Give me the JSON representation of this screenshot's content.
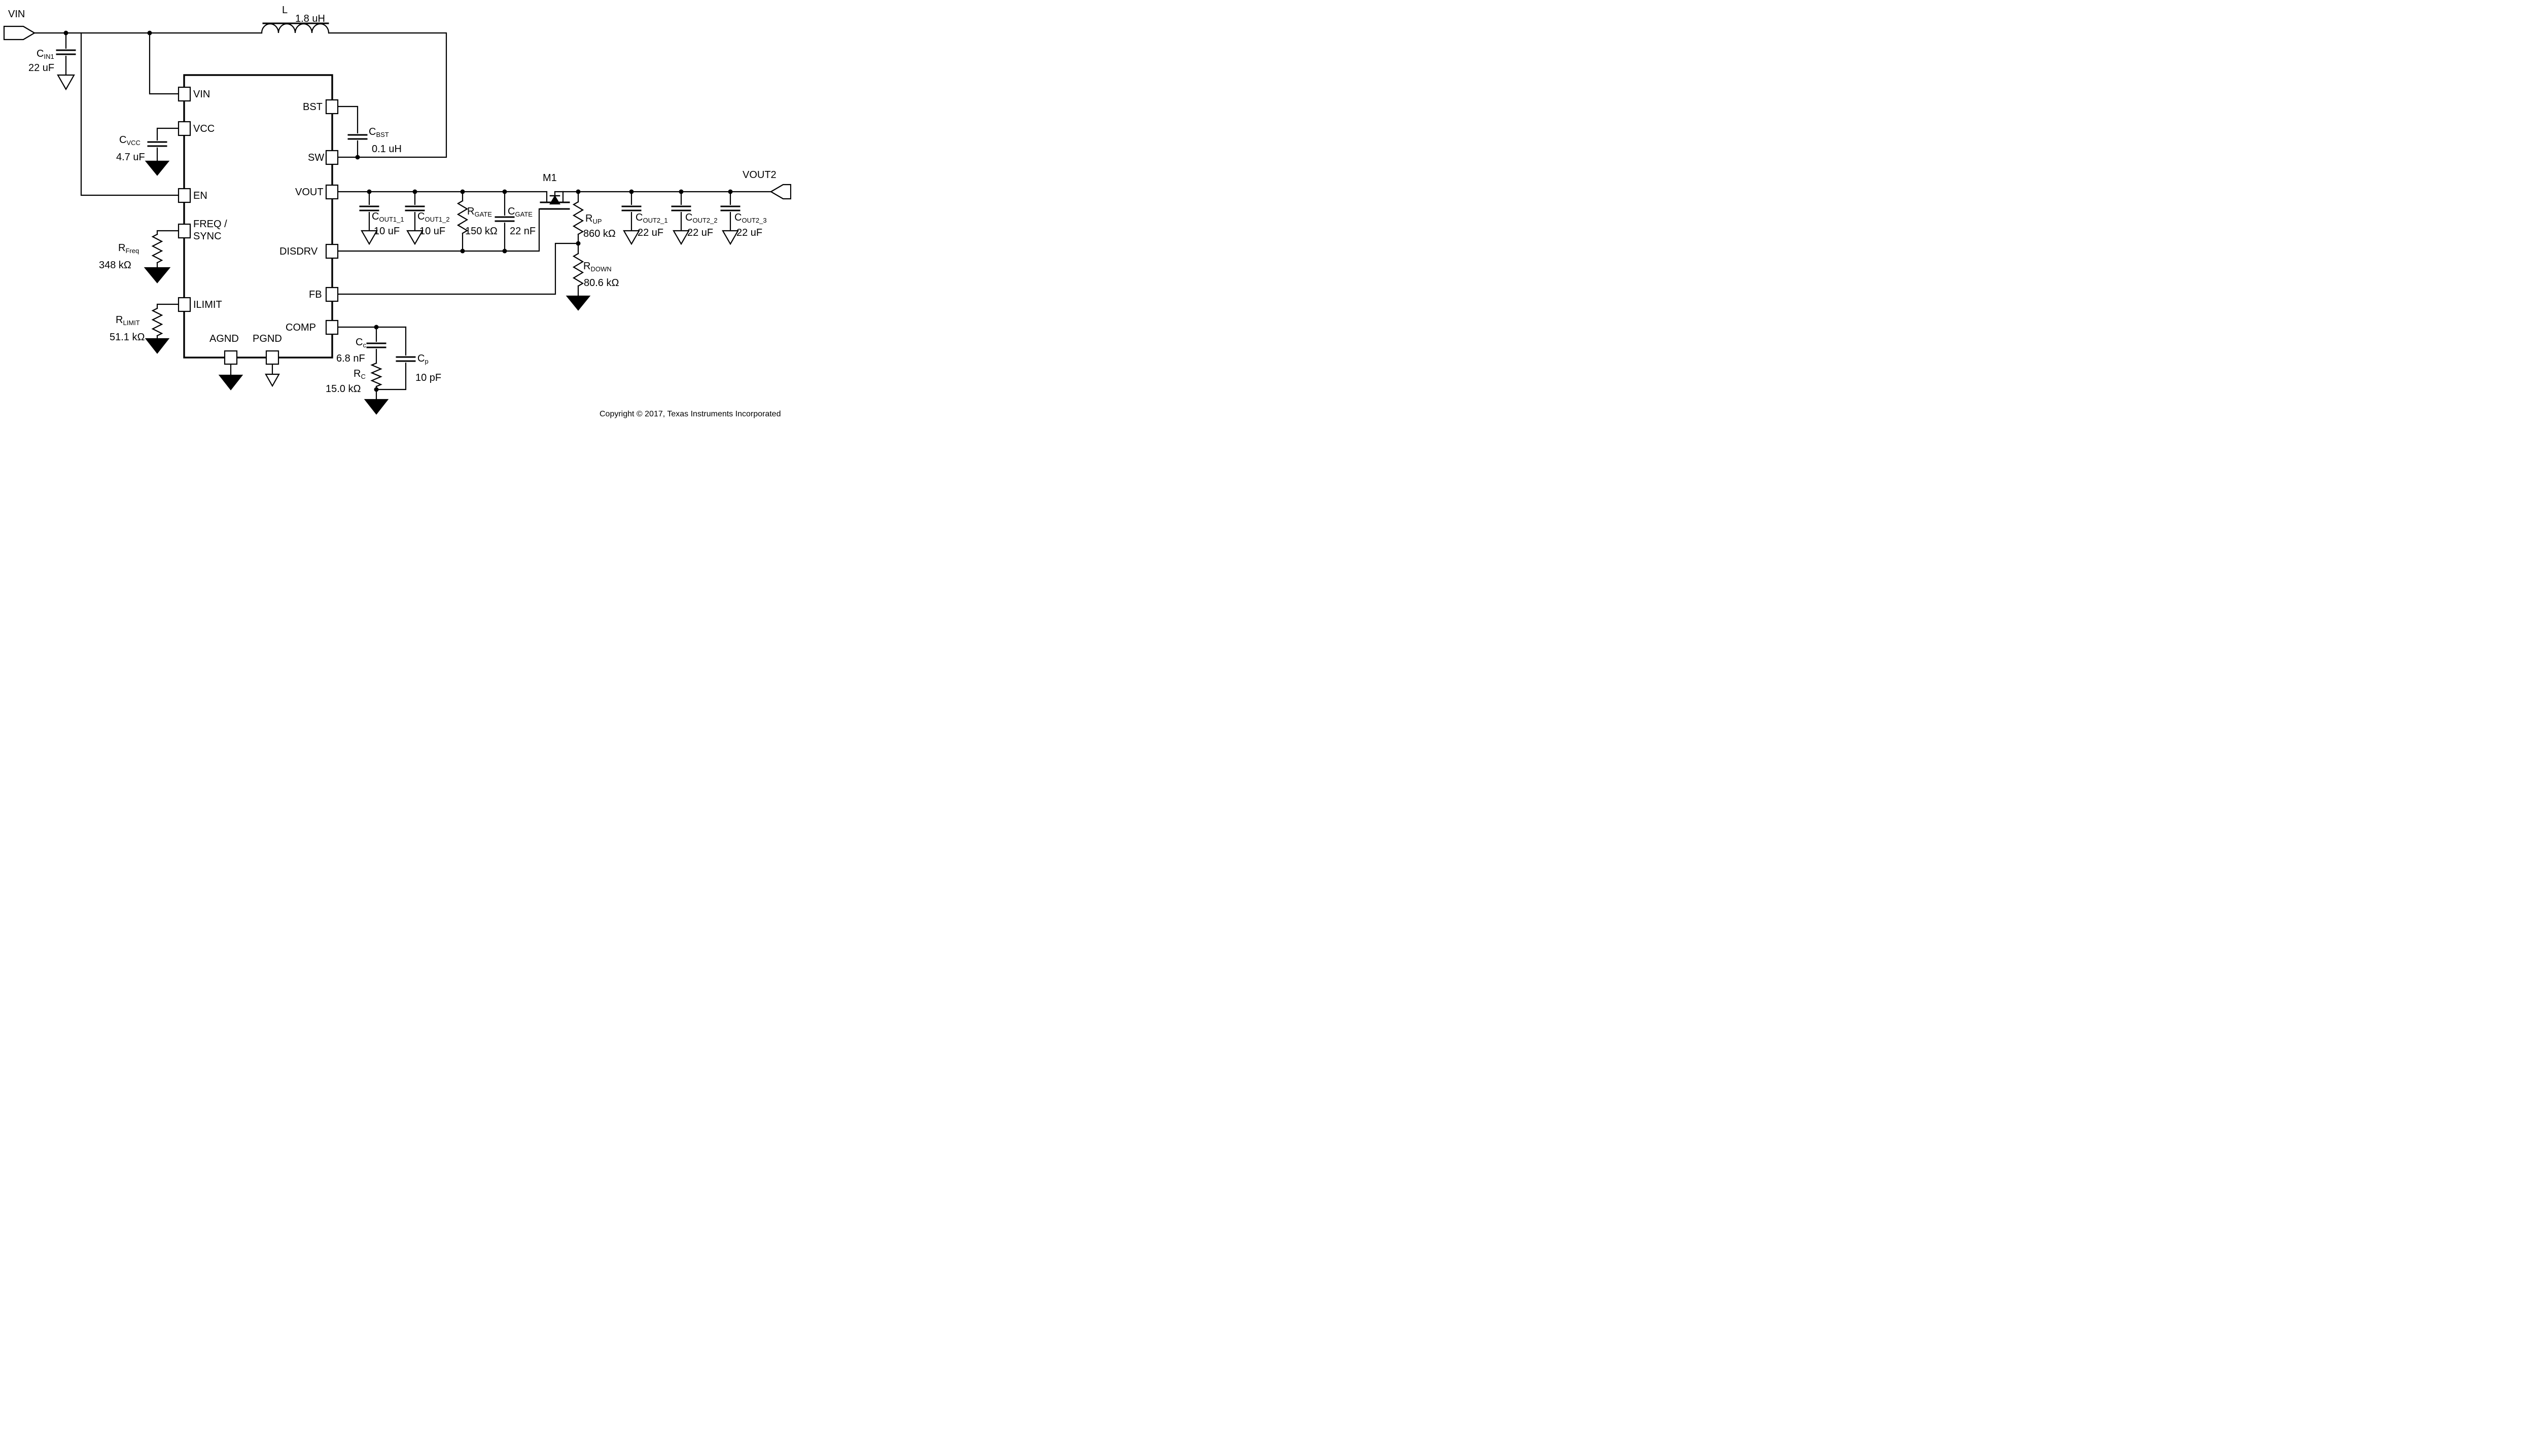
{
  "colors": {
    "wire": "#000000",
    "background": "#ffffff"
  },
  "terminals": {
    "input": {
      "label": "VIN"
    },
    "output": {
      "label": "VOUT2"
    }
  },
  "ic": {
    "left_pins": [
      {
        "label": "VIN"
      },
      {
        "label": "VCC"
      },
      {
        "label": "EN"
      },
      {
        "label": "FREQ /",
        "label2": "SYNC"
      },
      {
        "label": "ILIMIT"
      }
    ],
    "right_pins": [
      {
        "label": "BST"
      },
      {
        "label": "SW"
      },
      {
        "label": "VOUT"
      },
      {
        "label": "DISDRV"
      },
      {
        "label": "FB"
      },
      {
        "label": "COMP"
      }
    ],
    "bottom_pins": [
      {
        "label": "AGND"
      },
      {
        "label": "PGND"
      }
    ]
  },
  "components": {
    "cin1": {
      "name": "C",
      "sub": "IN1",
      "value": "22 uF"
    },
    "l": {
      "name": "L",
      "value": "1.8 uH"
    },
    "cvcc": {
      "name": "C",
      "sub": "VCC",
      "value": "4.7 uF"
    },
    "rfreq": {
      "name": "R",
      "sub": "Freq",
      "value": "348 kΩ"
    },
    "rlimit": {
      "name": "R",
      "sub": "LIMIT",
      "value": "51.1 kΩ"
    },
    "cbst": {
      "name": "C",
      "sub": "BST",
      "value": "0.1 uH"
    },
    "cout1_1": {
      "name": "C",
      "sub": "OUT1_1",
      "value": "10 uF"
    },
    "cout1_2": {
      "name": "C",
      "sub": "OUT1_2",
      "value": "10 uF"
    },
    "rgate": {
      "name": "R",
      "sub": "GATE",
      "value": "150 kΩ"
    },
    "cgate": {
      "name": "C",
      "sub": "GATE",
      "value": "22 nF"
    },
    "m1": {
      "name": "M1"
    },
    "rup": {
      "name": "R",
      "sub": "UP",
      "value": "860 kΩ"
    },
    "rdown": {
      "name": "R",
      "sub": "DOWN",
      "value": "80.6 kΩ"
    },
    "cout2_1": {
      "name": "C",
      "sub": "OUT2_1",
      "value": "22 uF"
    },
    "cout2_2": {
      "name": "C",
      "sub": "OUT2_2",
      "value": "22 uF"
    },
    "cout2_3": {
      "name": "C",
      "sub": "OUT2_3",
      "value": "22 uF"
    },
    "cc": {
      "name": "C",
      "sub": "c",
      "value": "6.8 nF"
    },
    "rc": {
      "name": "R",
      "sub": "C",
      "value": "15.0 kΩ"
    },
    "cp": {
      "name": "C",
      "sub": "p",
      "value": "10 pF"
    }
  },
  "footer": {
    "copyright": "Copyright © 2017, Texas Instruments Incorporated"
  }
}
